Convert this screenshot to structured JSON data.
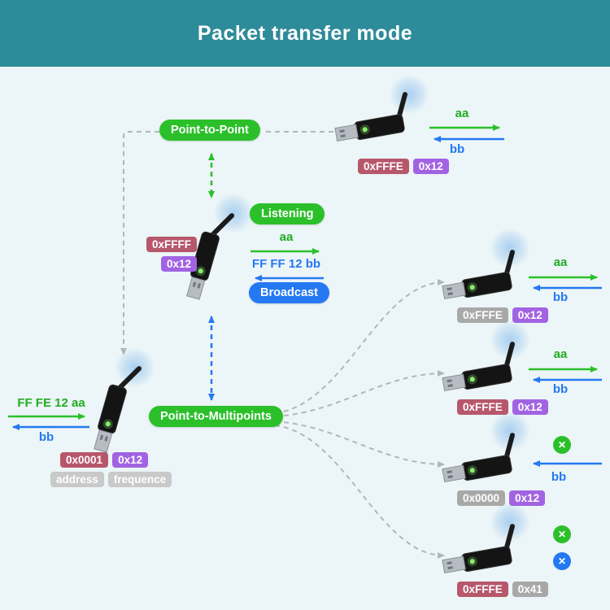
{
  "header": {
    "title": "Packet transfer mode"
  },
  "colors": {
    "header_bg": "#2e8b99",
    "canvas_bg": "#ecf5f7",
    "green": "#2bc02a",
    "blue": "#2478f2",
    "badge_red": "#b7576b",
    "badge_purple": "#a263e3",
    "badge_gray": "#a8a8a8",
    "badge_light_gray": "#c9c9c9",
    "dash_gray": "#b5bcc0"
  },
  "icons": {
    "cross": "✕"
  },
  "pills": {
    "point_to_point": "Point-to-Point",
    "listening": "Listening",
    "broadcast": "Broadcast",
    "point_to_multipoints": "Point-to-Multipoints"
  },
  "nodes": {
    "top_right": {
      "address": "0xFFFE",
      "channel": "0x12",
      "tx_label": "aa",
      "rx_label": "bb"
    },
    "center": {
      "address": "0xFFFF",
      "channel": "0x12",
      "tx_label": "aa",
      "rx_label": "FF FF 12 bb"
    },
    "bottom_left": {
      "address": "0x0001",
      "channel": "0x12",
      "tx_label": "FF FE 12 aa",
      "rx_label": "bb",
      "address_caption": "address",
      "channel_caption": "frequence"
    },
    "right_1": {
      "address": "0xFFFE",
      "channel": "0x12",
      "tx_label": "aa",
      "rx_label": "bb"
    },
    "right_2": {
      "address": "0xFFFE",
      "channel": "0x12",
      "tx_label": "aa",
      "rx_label": "bb"
    },
    "right_3": {
      "address": "0x0000",
      "channel": "0x12",
      "rx_label": "bb"
    },
    "right_4": {
      "address": "0xFFFE",
      "channel": "0x41"
    }
  }
}
